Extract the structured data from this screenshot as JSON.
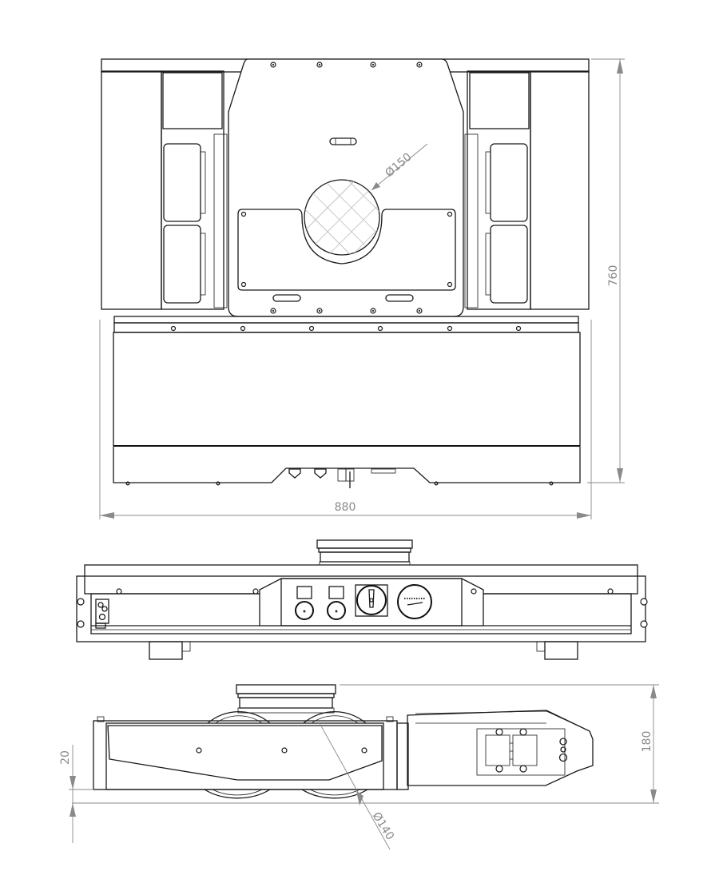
{
  "drawing": {
    "type": "orthographic engineering drawing",
    "views": [
      {
        "name": "top-view",
        "features": [
          "chassis frame",
          "central cover plate",
          "4 side wheels",
          "front battery/electronics box",
          "bottom connector notch"
        ]
      },
      {
        "name": "front-view",
        "features": [
          "lift platform",
          "control panel",
          "two indicator lamps",
          "rotary main switch",
          "charge level meter",
          "side connectors"
        ]
      },
      {
        "name": "side-view",
        "features": [
          "lift platform",
          "two drive wheels",
          "side skirt panel",
          "tow coupling bracket"
        ]
      }
    ],
    "line_color": "#1a1a1a",
    "dimension_color": "#8a8a8a",
    "hatch_color": "#c4c4c4"
  },
  "dimensions": {
    "top_view_height": "760",
    "top_view_width": "880",
    "lift_opening_diameter": "Ø150",
    "side_view_height": "180",
    "ground_clearance": "20",
    "wheel_diameter": "Ø140"
  }
}
